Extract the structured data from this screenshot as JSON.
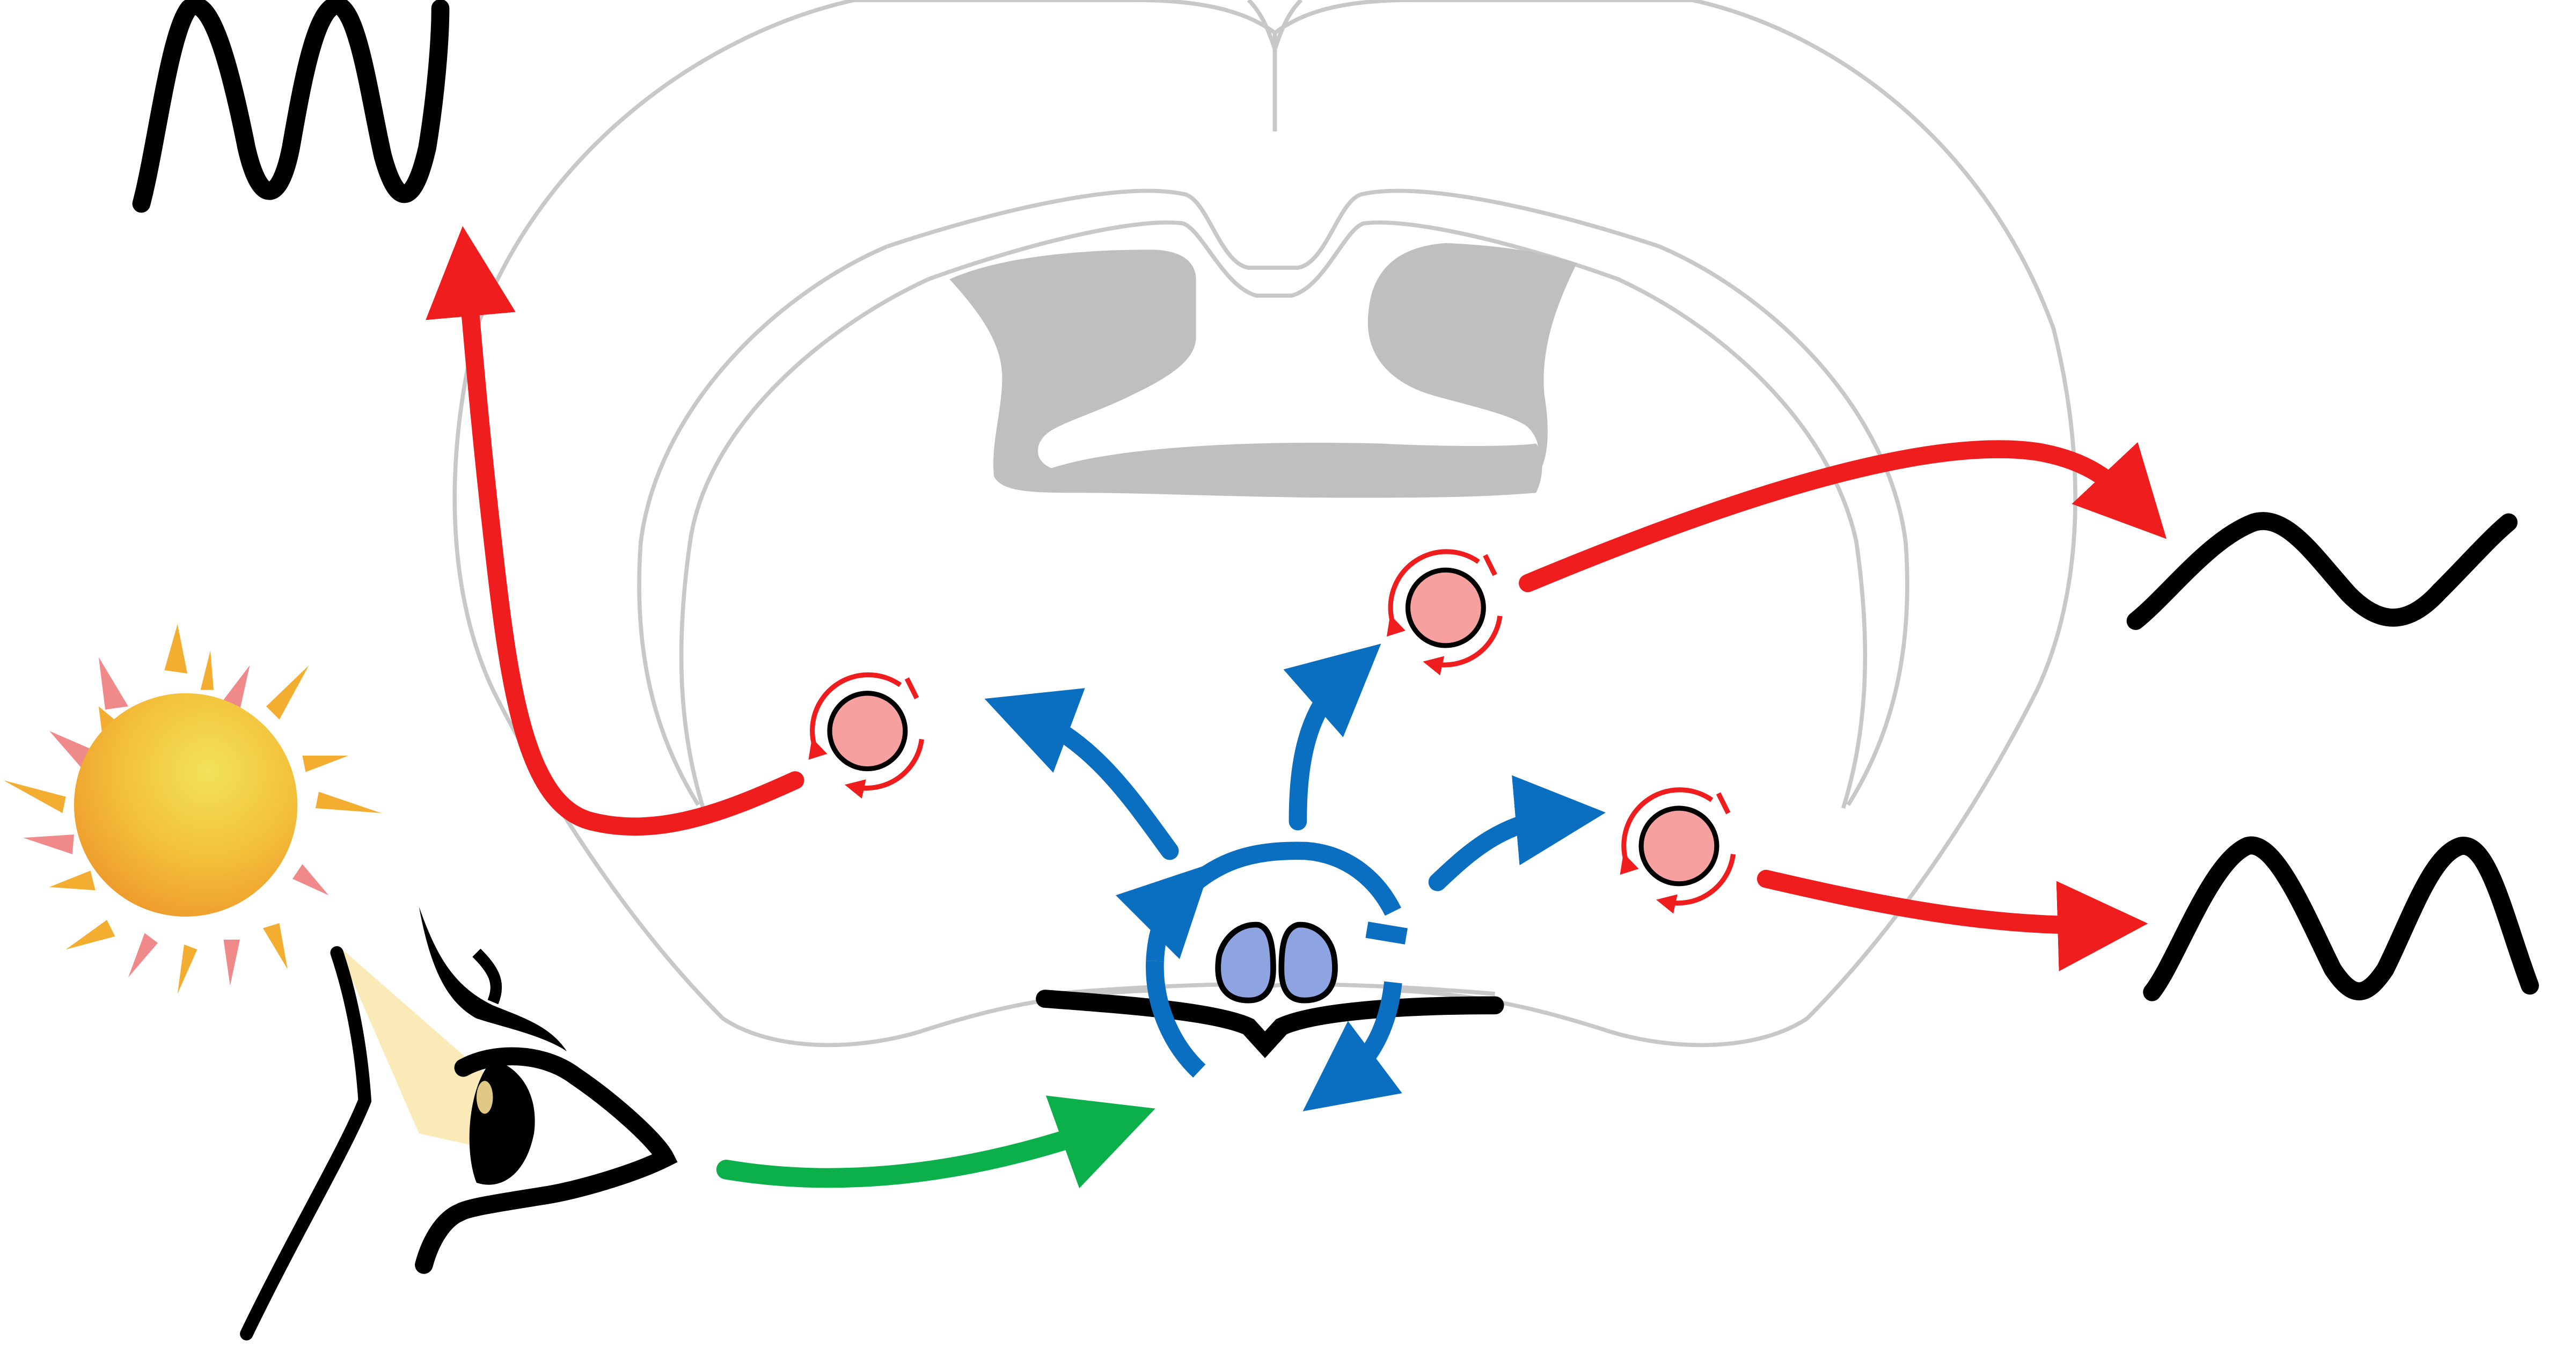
{
  "diagram": {
    "description_free": true,
    "colors": {
      "brain_outline": "#c8c8c8",
      "ventricle_fill": "#bfbfbf",
      "scn_blue": "#0a6fc1",
      "scn_fill": "#8ea4e0",
      "oscillator_red": "#ef1d1d",
      "oscillator_fill": "#f6a0a0",
      "light_input_green": "#0cb04a",
      "rhythm_black": "#000000",
      "sun_yellow": "#f0dc4e",
      "sun_orange": "#f3ad30",
      "sun_pink": "#f08a8a",
      "light_beam": "#fbe6a8"
    },
    "icons": [
      "sun-icon",
      "eye-icon",
      "brain-section-outline",
      "scn-master-clock-icon",
      "peripheral-oscillator-icon",
      "rhythm-waveform-icon"
    ],
    "oscillators": [
      {
        "name": "left-oscillator"
      },
      {
        "name": "upper-right-oscillator"
      },
      {
        "name": "lower-right-oscillator"
      }
    ],
    "rhythms": [
      {
        "name": "high-amplitude-rhythm"
      },
      {
        "name": "low-amplitude-rhythm"
      },
      {
        "name": "medium-amplitude-rhythm"
      }
    ]
  }
}
